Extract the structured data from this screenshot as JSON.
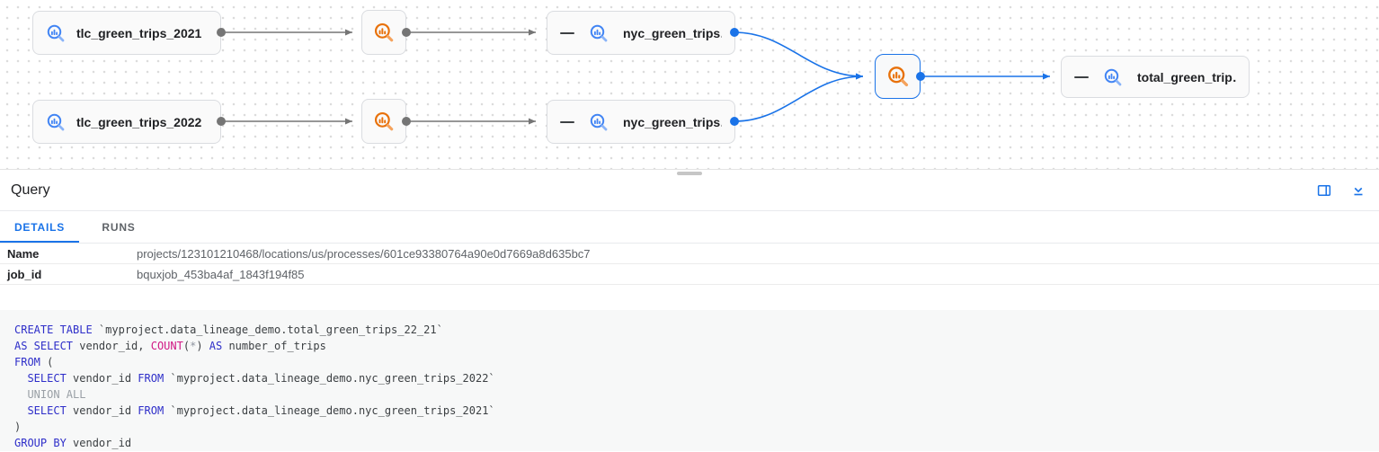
{
  "graph": {
    "nodes": [
      {
        "type": "table",
        "label": "tlc_green_trips_2021"
      },
      {
        "type": "process",
        "name": "query-job"
      },
      {
        "type": "table",
        "label": "nyc_green_trips…",
        "collapsed": true
      },
      {
        "type": "table",
        "label": "tlc_green_trips_2022"
      },
      {
        "type": "process",
        "name": "query-job"
      },
      {
        "type": "table",
        "label": "nyc_green_trips…",
        "collapsed": true
      },
      {
        "type": "process",
        "name": "query-job",
        "selected": true
      },
      {
        "type": "table",
        "label": "total_green_trip…",
        "collapsed": true
      }
    ],
    "colors": {
      "edge_gray": "#757575",
      "edge_blue": "#1a73e8",
      "bigquery_blue": "#4285f4",
      "bigquery_orange": "#e8710a",
      "selected_border": "#1a73e8"
    }
  },
  "panel": {
    "title": "Query",
    "icons": [
      {
        "name": "open-side-panel-icon"
      },
      {
        "name": "collapse-panel-icon"
      }
    ],
    "tabs": [
      {
        "label": "DETAILS",
        "active": true
      },
      {
        "label": "RUNS",
        "active": false
      }
    ],
    "details": {
      "rows": [
        {
          "label": "Name",
          "value": "projects/123101210468/locations/us/processes/601ce93380764a90e0d7669a8d635bc7"
        },
        {
          "label": "job_id",
          "value": "bquxjob_453ba4af_1843f194f85"
        }
      ]
    }
  },
  "code": {
    "language": "sql",
    "lines": [
      [
        [
          "kw",
          "CREATE TABLE"
        ],
        [
          "txt",
          " `myproject.data_lineage_demo.total_green_trips_22_21`"
        ]
      ],
      [
        [
          "kw",
          "AS SELECT"
        ],
        [
          "txt",
          " vendor_id, "
        ],
        [
          "fn",
          "COUNT"
        ],
        [
          "txt",
          "("
        ],
        [
          "star",
          "*"
        ],
        [
          "txt",
          ") "
        ],
        [
          "kw",
          "AS"
        ],
        [
          "txt",
          " number_of_trips"
        ]
      ],
      [
        [
          "kw",
          "FROM"
        ],
        [
          "txt",
          " ("
        ]
      ],
      [
        [
          "txt",
          "  "
        ],
        [
          "kw",
          "SELECT"
        ],
        [
          "txt",
          " vendor_id "
        ],
        [
          "kw",
          "FROM"
        ],
        [
          "txt",
          " `myproject.data_lineage_demo.nyc_green_trips_2022`"
        ]
      ],
      [
        [
          "txt",
          "  "
        ],
        [
          "dim",
          "UNION ALL"
        ]
      ],
      [
        [
          "txt",
          "  "
        ],
        [
          "kw",
          "SELECT"
        ],
        [
          "txt",
          " vendor_id "
        ],
        [
          "kw",
          "FROM"
        ],
        [
          "txt",
          " `myproject.data_lineage_demo.nyc_green_trips_2021`"
        ]
      ],
      [
        [
          "txt",
          ")"
        ]
      ],
      [
        [
          "kw",
          "GROUP BY"
        ],
        [
          "txt",
          " vendor_id"
        ]
      ]
    ]
  }
}
